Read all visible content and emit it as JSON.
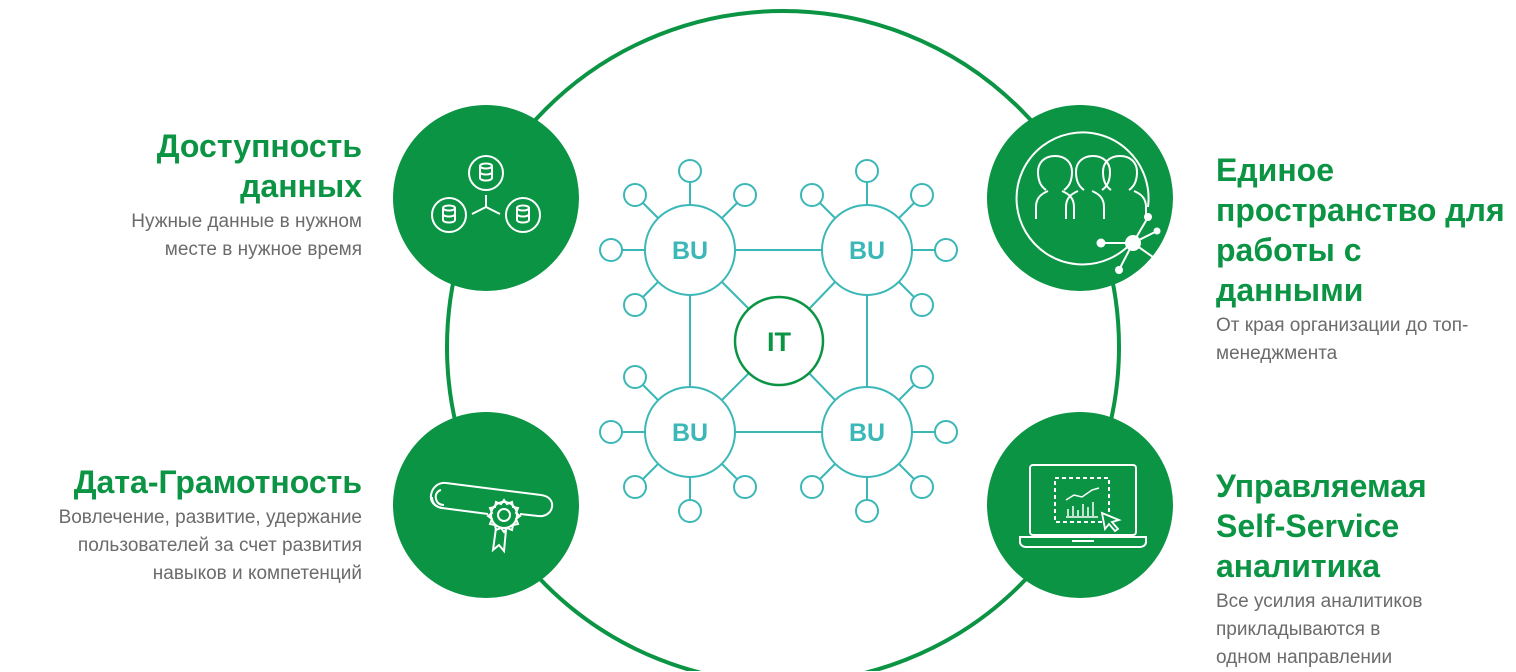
{
  "colors": {
    "green": "#0b9444",
    "teal": "#3bb7b7",
    "text_gray": "#6b6b6b"
  },
  "network": {
    "center_label": "IT",
    "unit_label": "BU"
  },
  "features": {
    "top_left": {
      "title_lines": [
        "Доступность",
        "данных"
      ],
      "desc_lines": [
        "Нужные данные в нужном",
        "месте в нужное время"
      ],
      "icon": "database-network-icon"
    },
    "top_right": {
      "title_lines": [
        "Единое",
        "пространство для",
        "работы с данными"
      ],
      "desc_lines": [
        "От края организации до топ-",
        "менеджмента"
      ],
      "icon": "people-network-icon"
    },
    "bottom_left": {
      "title_lines": [
        "Дата-Грамотность"
      ],
      "desc_lines": [
        "Вовлечение, развитие, удержание",
        "пользователей за счет развития",
        "навыков и компетенций"
      ],
      "icon": "certificate-scroll-icon"
    },
    "bottom_right": {
      "title_lines": [
        "Управляемая",
        "Self-Service",
        "аналитика"
      ],
      "desc_lines": [
        "Все усилия аналитиков",
        "прикладываются в",
        "одном направлении"
      ],
      "icon": "laptop-analytics-icon"
    }
  }
}
